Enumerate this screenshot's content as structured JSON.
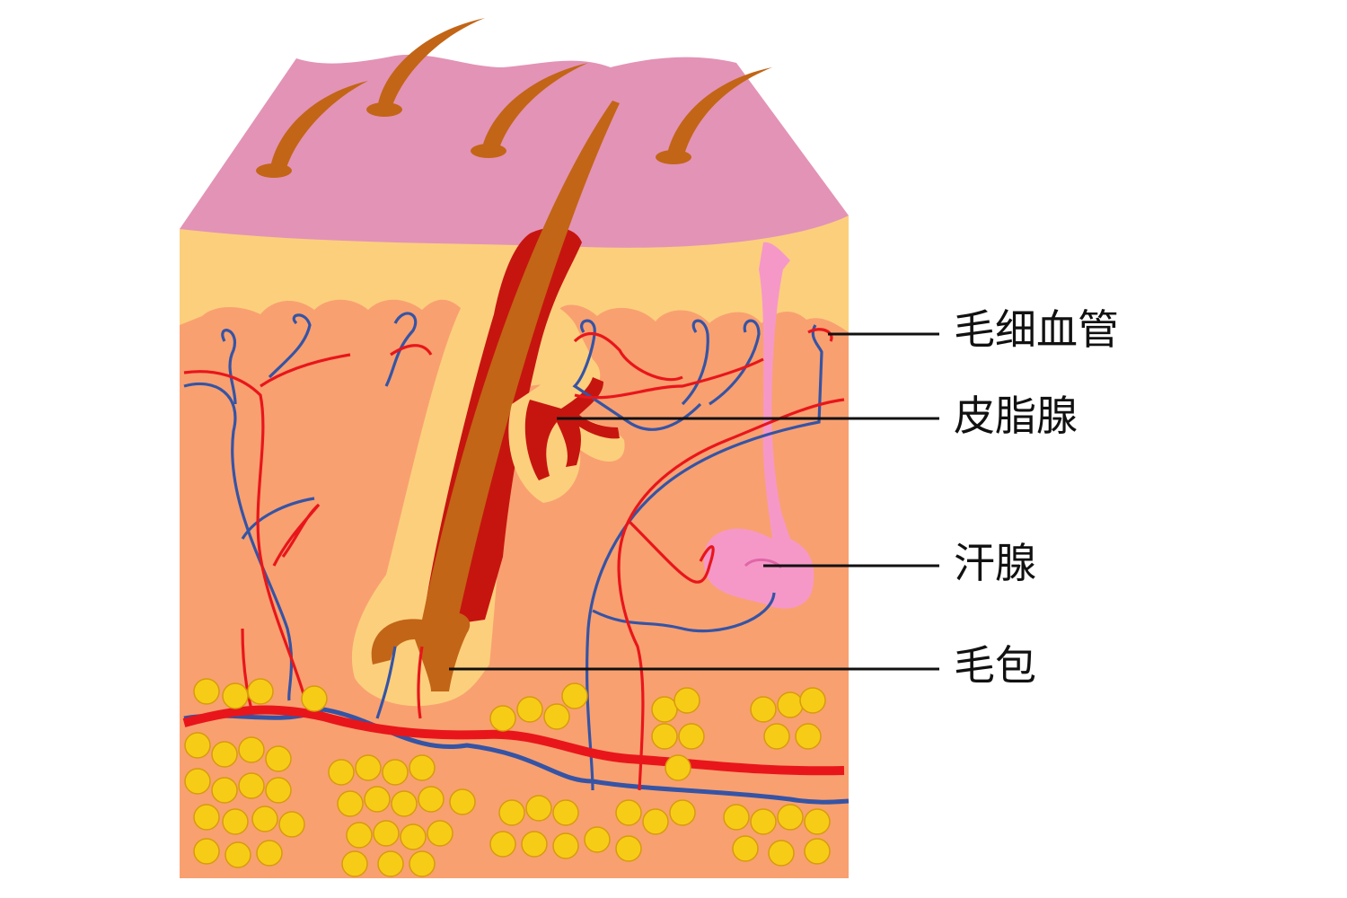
{
  "labels": {
    "capillary": "毛细血管",
    "sebaceous_gland": "皮脂腺",
    "sweat_gland": "汗腺",
    "hair_follicle": "毛包"
  },
  "colors": {
    "epidermis": "#e393b6",
    "papillary_layer": "#fccf7d",
    "dermis": "#f9a070",
    "fat_cell": "#f7cc16",
    "fat_cell_outline": "#d79a0d",
    "artery": "#e8161b",
    "vein": "#3554a5",
    "hair": "#c26516",
    "follicle_sheath": "#c6150f",
    "sweat_gland": "#f598c8",
    "leader_line": "#111111"
  }
}
